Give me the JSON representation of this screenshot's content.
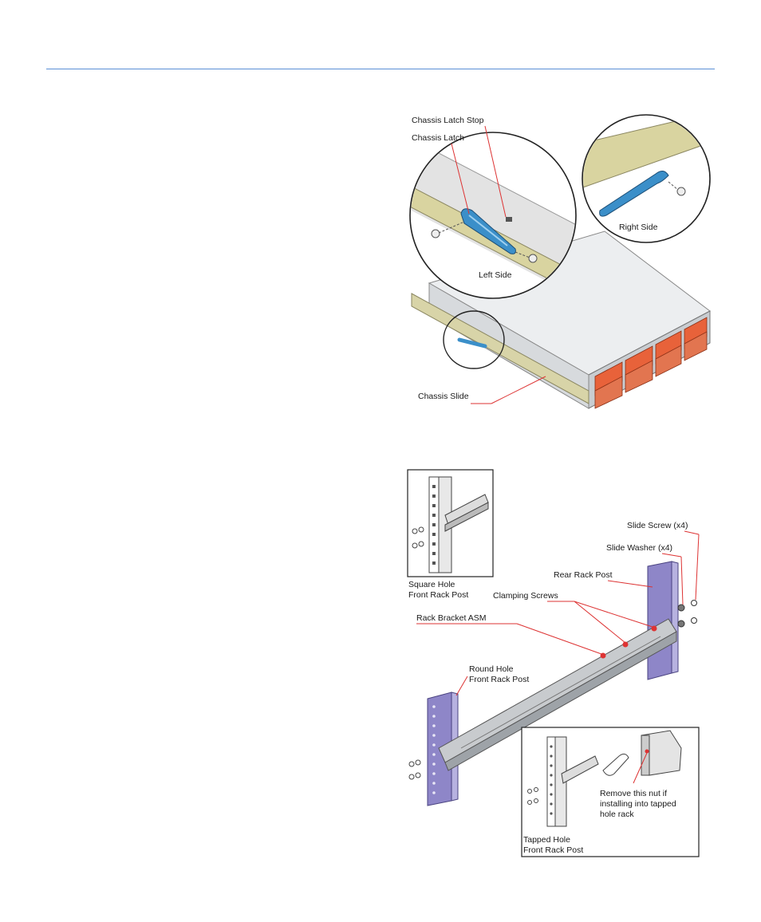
{
  "figure_top": {
    "labels": {
      "latch_stop": "Chassis Latch Stop",
      "latch": "Chassis Latch",
      "left_side": "Left Side",
      "right_side": "Right Side",
      "slide": "Chassis Slide"
    }
  },
  "figure_bottom": {
    "labels": {
      "square_1": "Square Hole",
      "square_2": "Front Rack Post",
      "slide_screw": "Slide Screw (x4)",
      "slide_washer": "Slide Washer (x4)",
      "rear_post": "Rear Rack Post",
      "clamping": "Clamping Screws",
      "bracket": "Rack Bracket ASM",
      "round_1": "Round Hole",
      "round_2": "Front Rack Post",
      "nut_1": "Remove this nut if",
      "nut_2": "installing into tapped",
      "nut_3": "hole rack",
      "tapped_1": "Tapped Hole",
      "tapped_2": "Front Rack Post"
    }
  },
  "colors": {
    "accent_rule": "#5b8fd6",
    "latch_blue": "#3b8fc9",
    "post_purple": "#8e86c8",
    "bay_orange": "#e8623a",
    "leader_red": "#d33"
  }
}
